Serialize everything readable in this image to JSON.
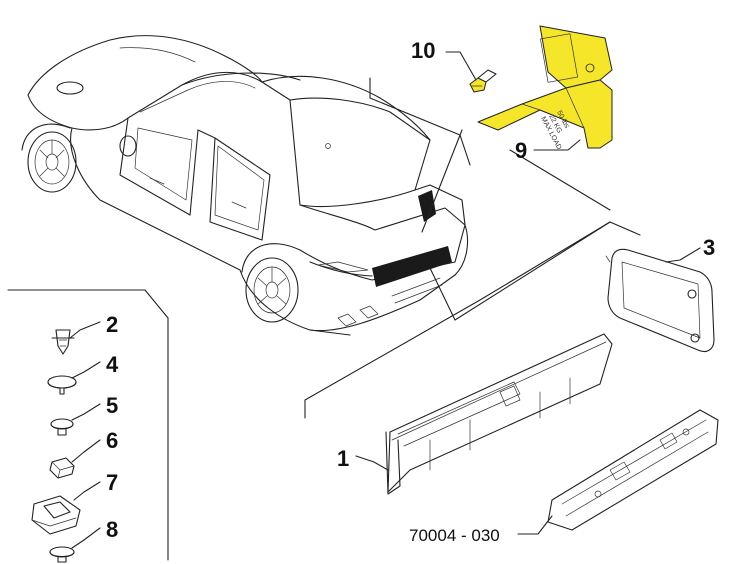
{
  "diagram": {
    "callouts": [
      {
        "id": "10",
        "label": "10"
      },
      {
        "id": "9",
        "label": "9"
      },
      {
        "id": "3",
        "label": "3"
      },
      {
        "id": "2",
        "label": "2"
      },
      {
        "id": "4",
        "label": "4"
      },
      {
        "id": "5",
        "label": "5"
      },
      {
        "id": "6",
        "label": "6"
      },
      {
        "id": "7",
        "label": "7"
      },
      {
        "id": "8",
        "label": "8"
      },
      {
        "id": "1",
        "label": "1"
      }
    ],
    "part_number": "70004 - 030",
    "hook_markings": [
      "50 lbs",
      "22 KG",
      "MAX LOAD"
    ],
    "highlight_color": "#f5e629"
  }
}
